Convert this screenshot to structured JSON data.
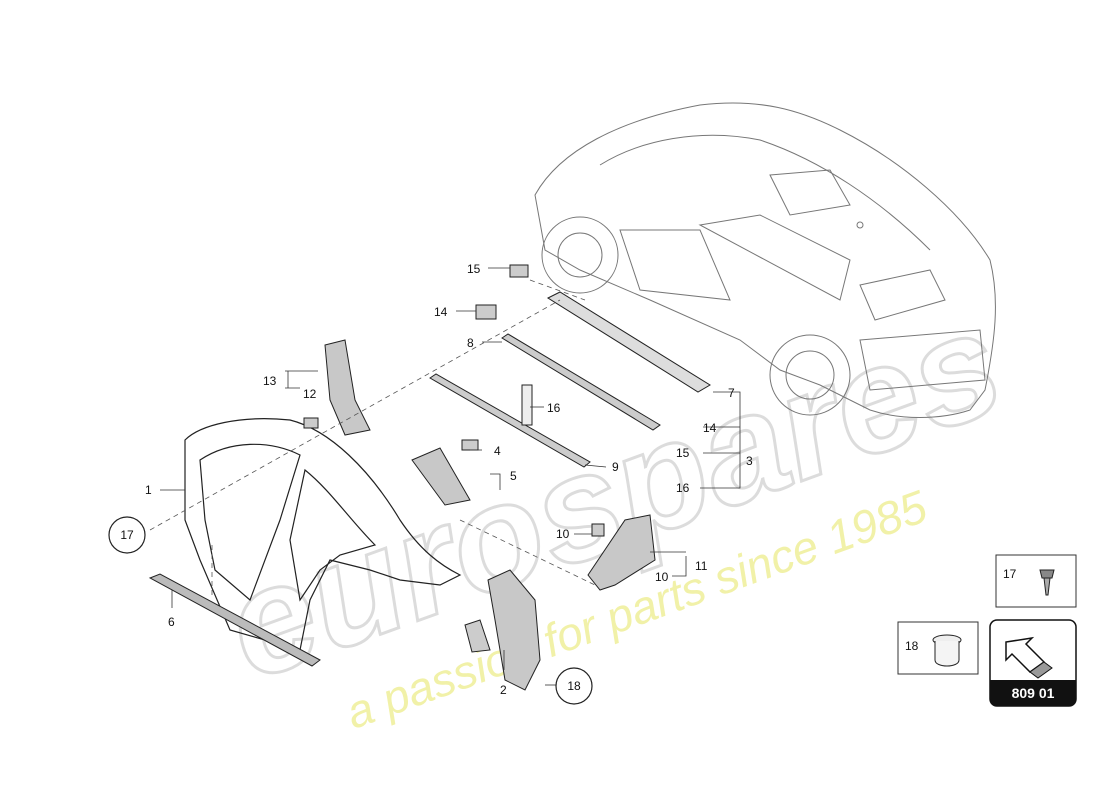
{
  "diagram": {
    "callouts": [
      {
        "id": "c1",
        "text": "1"
      },
      {
        "id": "c2",
        "text": "2"
      },
      {
        "id": "c3",
        "text": "3"
      },
      {
        "id": "c4",
        "text": "4"
      },
      {
        "id": "c5",
        "text": "5"
      },
      {
        "id": "c6",
        "text": "6"
      },
      {
        "id": "c7",
        "text": "7"
      },
      {
        "id": "c8",
        "text": "8"
      },
      {
        "id": "c9",
        "text": "9"
      },
      {
        "id": "c10a",
        "text": "10"
      },
      {
        "id": "c10b",
        "text": "10"
      },
      {
        "id": "c11",
        "text": "11"
      },
      {
        "id": "c12",
        "text": "12"
      },
      {
        "id": "c13",
        "text": "13"
      },
      {
        "id": "c14a",
        "text": "14"
      },
      {
        "id": "c14b",
        "text": "14"
      },
      {
        "id": "c15a",
        "text": "15"
      },
      {
        "id": "c15b",
        "text": "15"
      },
      {
        "id": "c16a",
        "text": "16"
      },
      {
        "id": "c16b",
        "text": "16"
      },
      {
        "id": "c17",
        "text": "17"
      },
      {
        "id": "c18",
        "text": "18"
      }
    ]
  },
  "legend": {
    "item17_label": "17",
    "item18_label": "18",
    "page_code": "809 01"
  },
  "watermark": {
    "brand": "eurospares",
    "tagline": "a passion for parts since 1985"
  },
  "colors": {
    "line": "#222222",
    "accent": "#e8e28a",
    "badge_bg": "#111111"
  }
}
